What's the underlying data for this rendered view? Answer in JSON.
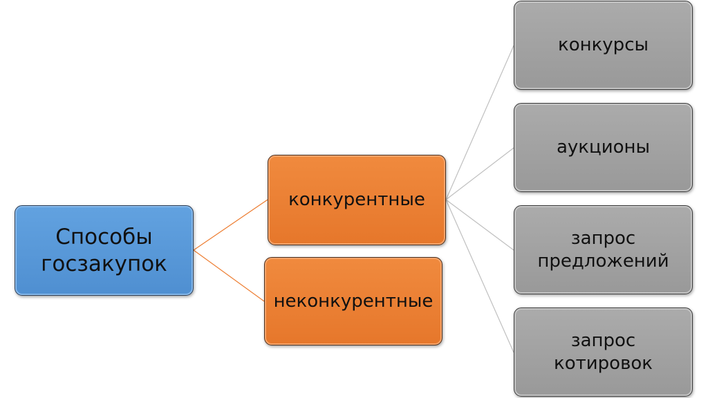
{
  "diagram": {
    "root": {
      "label": "Способы\nгосзакупок"
    },
    "categories": [
      {
        "label": "конкурентные"
      },
      {
        "label": "неконкурентные"
      }
    ],
    "methods": [
      {
        "label": "конкурсы"
      },
      {
        "label": "аукционы"
      },
      {
        "label": "запрос\nпредложений"
      },
      {
        "label": "запрос\nкотировок"
      }
    ]
  },
  "colors": {
    "root_fill": "#5b9bd5",
    "category_fill": "#ed7d31",
    "method_fill": "#a5a5a5",
    "root_connector": "#ed7d31",
    "method_connector": "#bfbfbf"
  }
}
